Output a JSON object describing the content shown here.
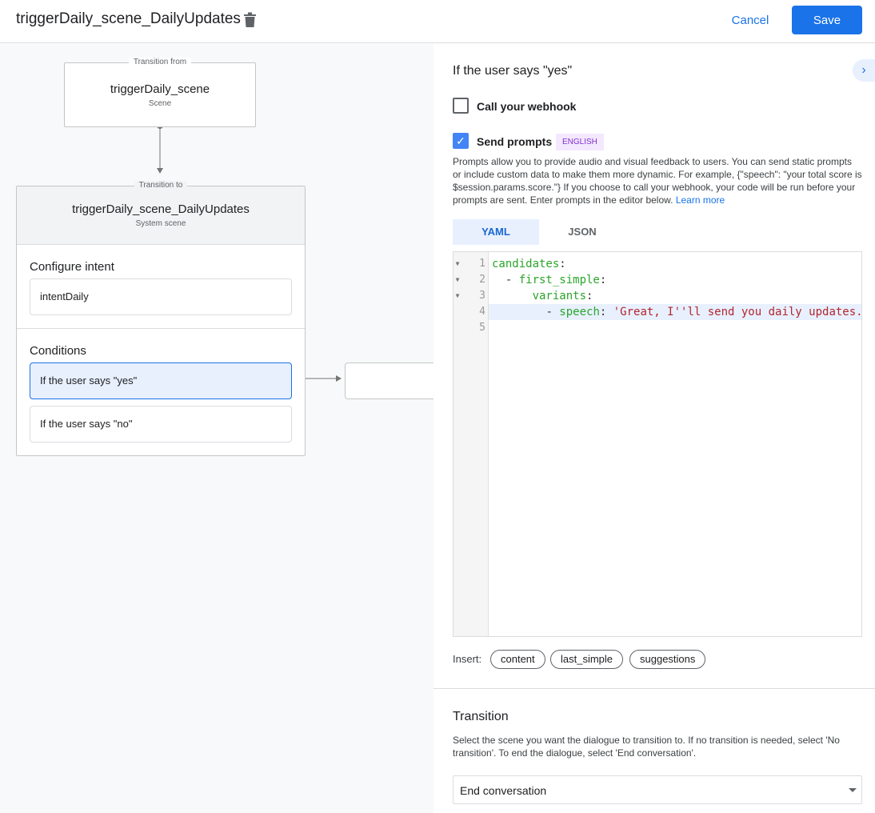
{
  "header": {
    "title": "triggerDaily_scene_DailyUpdates",
    "cancel_label": "Cancel",
    "save_label": "Save"
  },
  "canvas": {
    "from_node": {
      "legend": "Transition from",
      "title": "triggerDaily_scene",
      "subtitle": "Scene"
    },
    "to_node": {
      "legend": "Transition to",
      "title": "triggerDaily_scene_DailyUpdates",
      "subtitle": "System scene",
      "intent_heading": "Configure intent",
      "intent": "intentDaily",
      "conditions_heading": "Conditions",
      "conditions": [
        "If the user says \"yes\"",
        "If the user says \"no\""
      ]
    }
  },
  "panel": {
    "title": "If the user says \"yes\"",
    "webhook": {
      "label": "Call your webhook",
      "checked": false
    },
    "prompts": {
      "label": "Send prompts",
      "checked": true,
      "badge": "ENGLISH"
    },
    "description": "Prompts allow you to provide audio and visual feedback to users. You can send static prompts or include custom data to make them more dynamic. For example, {\"speech\": \"your total score is $session.params.score.\"} If you choose to call your webhook, your code will be run before your prompts are sent. Enter prompts in the editor below.",
    "learn_more": "Learn more",
    "tabs": [
      "YAML",
      "JSON"
    ],
    "active_tab": "YAML",
    "editor": {
      "lines": [
        {
          "n": "1",
          "indent": "",
          "dash": "",
          "key": "candidates",
          "colon": ":",
          "value": ""
        },
        {
          "n": "2",
          "indent": "  ",
          "dash": "- ",
          "key": "first_simple",
          "colon": ":",
          "value": ""
        },
        {
          "n": "3",
          "indent": "      ",
          "dash": "",
          "key": "variants",
          "colon": ":",
          "value": ""
        },
        {
          "n": "4",
          "indent": "        ",
          "dash": "- ",
          "key": "speech",
          "colon": ": ",
          "value": "'Great, I''ll send you daily updates."
        },
        {
          "n": "5",
          "indent": "",
          "dash": "",
          "key": "",
          "colon": "",
          "value": ""
        }
      ]
    },
    "insert_label": "Insert:",
    "insert_chips": [
      "content",
      "last_simple",
      "suggestions"
    ],
    "transition": {
      "title": "Transition",
      "description": "Select the scene you want the dialogue to transition to. If no transition is needed, select 'No transition'. To end the dialogue, select 'End conversation'.",
      "selected": "End conversation"
    },
    "accent": "#1a73e8"
  }
}
